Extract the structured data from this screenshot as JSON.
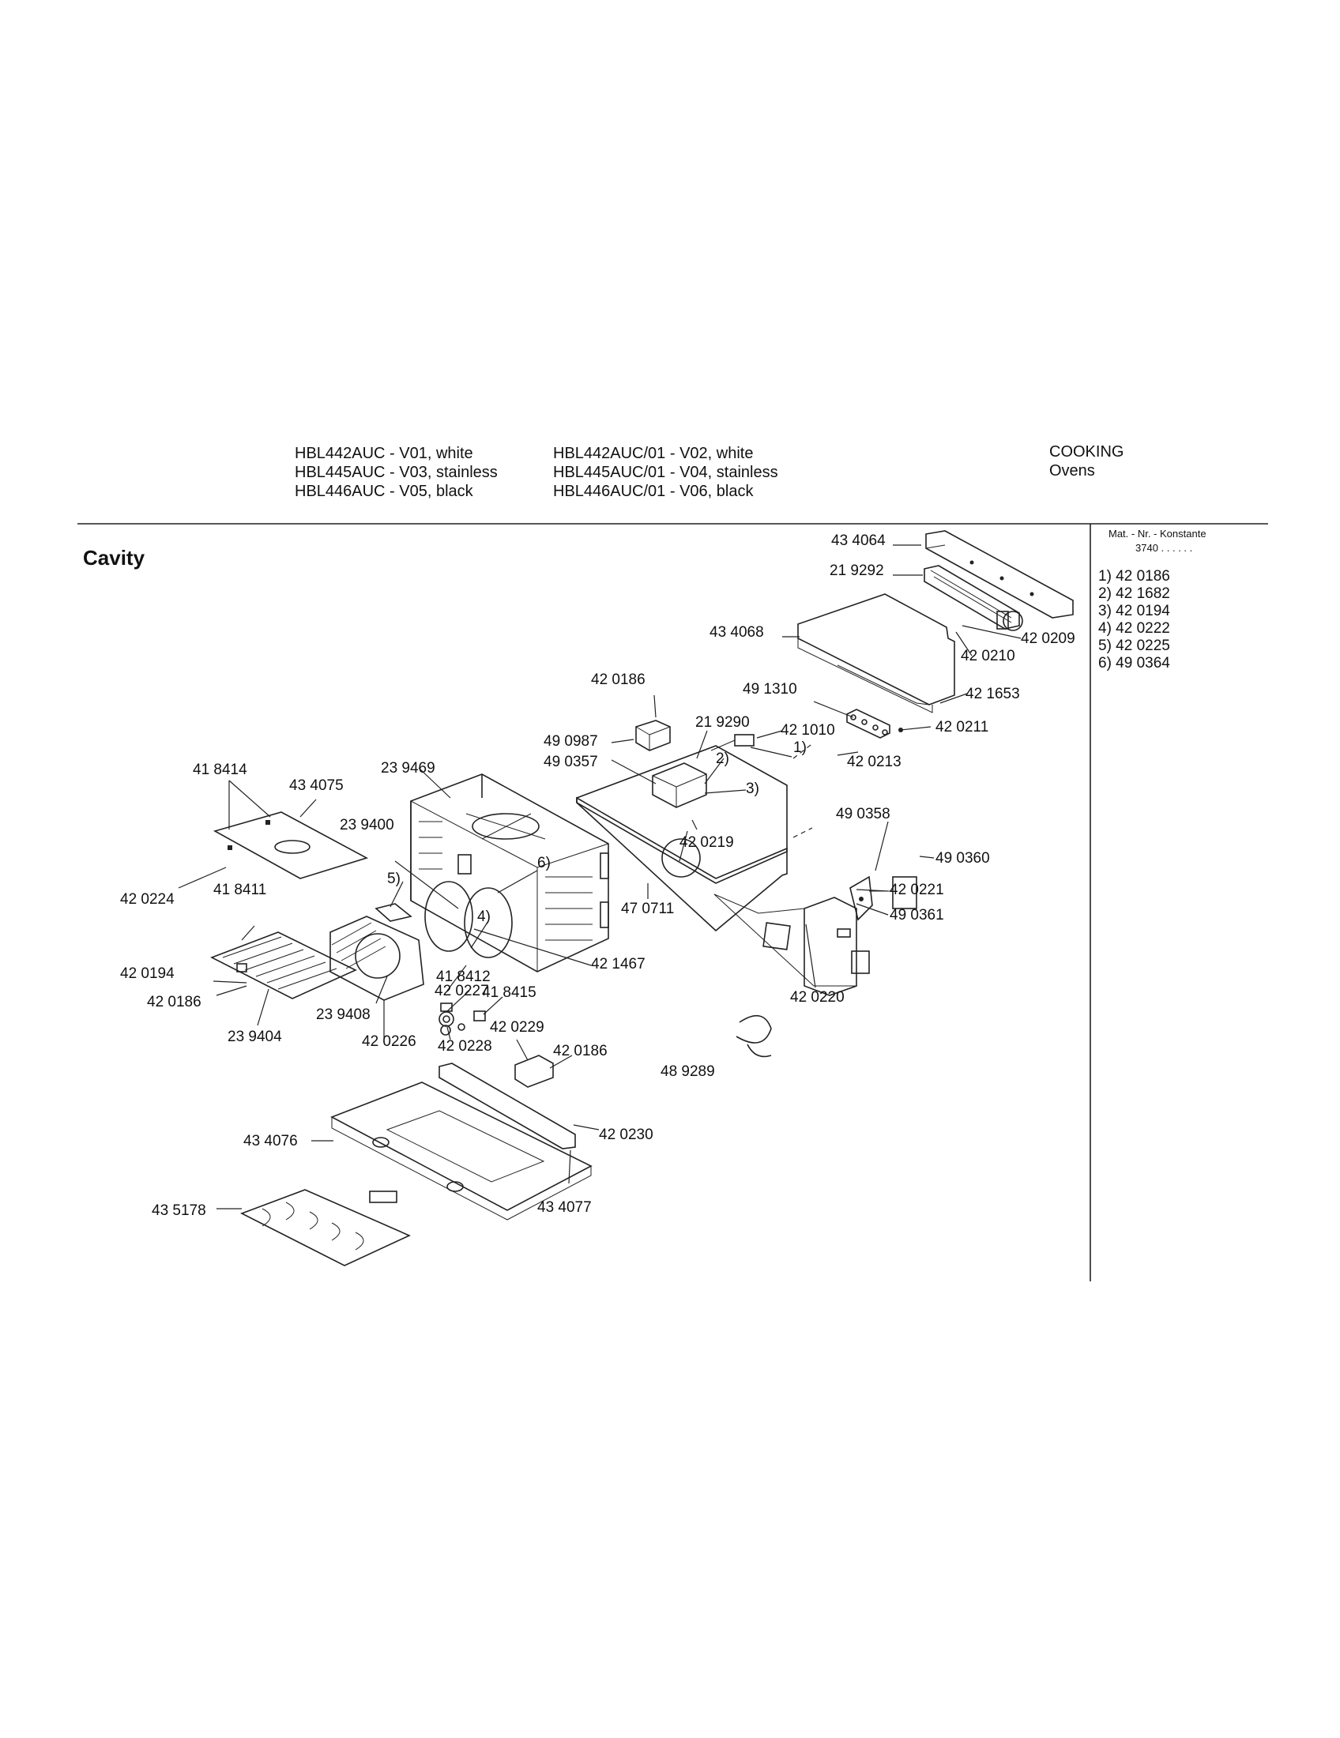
{
  "header": {
    "models_left": [
      "HBL442AUC - V01, white",
      "HBL445AUC - V03, stainless",
      "HBL446AUC - V05, black"
    ],
    "models_right": [
      "HBL442AUC/01 - V02, white",
      "HBL445AUC/01 - V04, stainless",
      "HBL446AUC/01 - V06, black"
    ],
    "category": "COOKING",
    "subcategory": "Ovens"
  },
  "section_title": "Cavity",
  "side_table": {
    "heading": "Mat. - Nr. - Konstante",
    "constant": "3740 . . . . . .",
    "items": [
      "1) 42 0186",
      "2) 42 1682",
      "3) 42 0194",
      "4) 42 0222",
      "5) 42 0225",
      "6) 49 0364"
    ]
  },
  "callouts": [
    "43 4064",
    "21 9292",
    "43 4068",
    "42 0209",
    "42 0210",
    "42 1653",
    "42 0186",
    "49 1310",
    "42 0211",
    "21 9290",
    "49 0987",
    "42 1010",
    "1)",
    "42 0213",
    "49 0357",
    "2)",
    "3)",
    "41 8414",
    "23 9469",
    "43 4075",
    "49 0358",
    "23 9400",
    "6)",
    "42 0219",
    "49 0360",
    "5)",
    "42 0224",
    "41 8411",
    "4)",
    "47 0711",
    "42 0221",
    "49 0361",
    "42 1467",
    "41 8412",
    "42 0194",
    "42 0227",
    "41 8415",
    "42 0220",
    "42 0186",
    "23 9408",
    "23 9404",
    "42 0226",
    "42 0228",
    "42 0229",
    "42 0186",
    "48 9289",
    "42 0230",
    "43 4076",
    "43 5178",
    "43 4077"
  ]
}
